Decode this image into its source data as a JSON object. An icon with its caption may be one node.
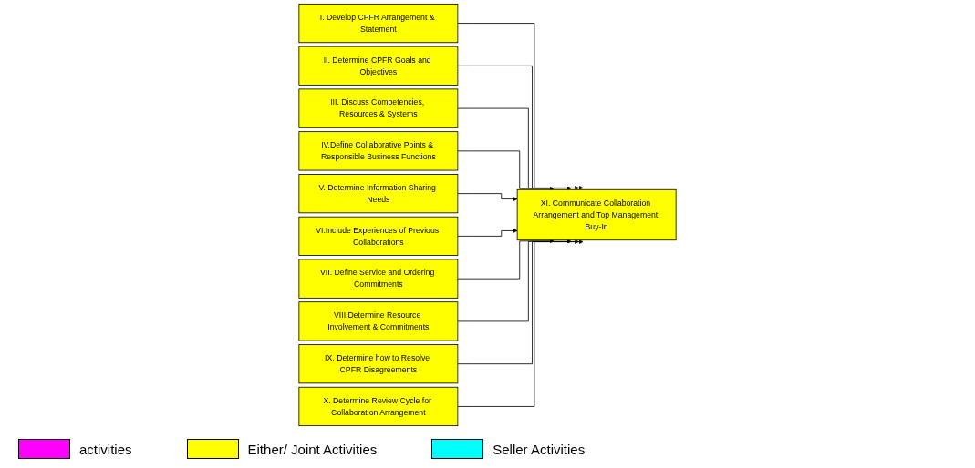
{
  "diagram": {
    "nodes": [
      {
        "text": [
          "I. Develop CPFR Arrangement & Statement"
        ]
      },
      {
        "text": [
          "II. Determine CPFR Goals and Objectives"
        ]
      },
      {
        "text": [
          "III. Discuss Competencies, Resources & Systems"
        ]
      },
      {
        "text": [
          "IV.Define Collaborative Points & Responsible Business Functions"
        ]
      },
      {
        "text": [
          "V. Determine Information Sharing Needs"
        ]
      },
      {
        "text": [
          "VI.Include Experiences of Previous Collaborations"
        ]
      },
      {
        "text": [
          "VII. Define Service and Ordering Commitments"
        ]
      },
      {
        "text": [
          "VIII.Determine Resource Involvement & Commitments"
        ]
      },
      {
        "text": [
          "IX. Determine how to Resolve CPFR Disagreements"
        ]
      },
      {
        "text": [
          "X. Determine Review Cycle for Collaboration Arrangement"
        ]
      },
      {
        "text": [
          "XI. Communicate Collaboration Arrangement and Top Management Buy-In"
        ]
      }
    ],
    "edges": [
      {
        "from": 0,
        "to": 10,
        "arrow": "to"
      },
      {
        "from": 1,
        "to": 10,
        "arrow": "to"
      },
      {
        "from": 2,
        "to": 10,
        "arrow": "to"
      },
      {
        "from": 3,
        "to": 10,
        "arrow": "to"
      },
      {
        "from": 4,
        "to": 10,
        "arrow": "to"
      },
      {
        "from": 5,
        "to": 10,
        "arrow": "to"
      },
      {
        "from": 6,
        "to": 10,
        "arrow": "to"
      },
      {
        "from": 7,
        "to": 10,
        "arrow": "to"
      },
      {
        "from": 8,
        "to": 10,
        "arrow": "to"
      },
      {
        "from": 9,
        "to": 10,
        "arrow": "to"
      }
    ],
    "legend": [
      {
        "text": "activities",
        "color": "#ff00ff"
      },
      {
        "text": "Either/ Joint Activities",
        "color": "#ffff00"
      },
      {
        "text": "Seller Activities",
        "color": "#00ffff"
      }
    ]
  }
}
